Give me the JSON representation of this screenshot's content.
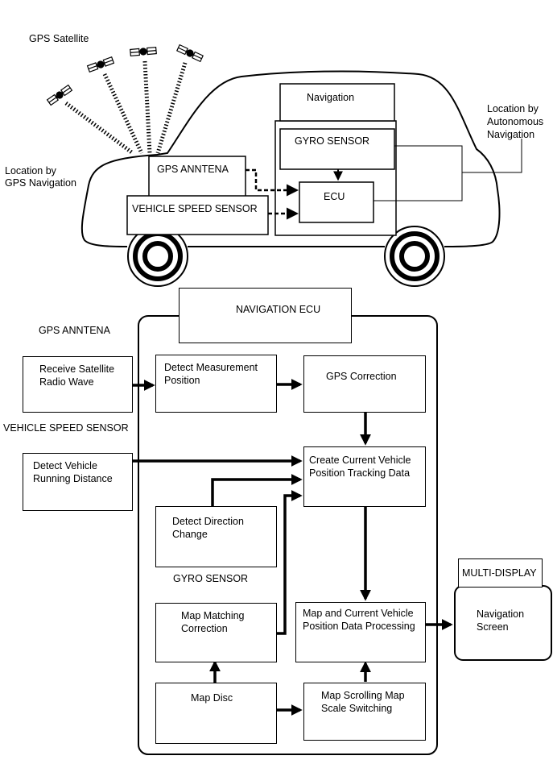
{
  "top": {
    "gps_satellite": "GPS Satellite",
    "location_gps": [
      "Location by",
      "GPS Navigation"
    ],
    "location_auto": [
      "Location by",
      "Autonomous",
      "Navigation"
    ],
    "navigation": "Navigation",
    "gyro_sensor": "GYRO SENSOR",
    "gps_antenna": "GPS ANNTENA",
    "ecu": "ECU",
    "vehicle_speed_sensor": "VEHICLE SPEED SENSOR"
  },
  "bottom": {
    "navigation_ecu": "NAVIGATION ECU",
    "gps_antenna_label": "GPS ANNTENA",
    "receive_satellite": [
      "Receive Satellite",
      "Radio Wave"
    ],
    "detect_measurement": [
      "Detect Measurement",
      "Position"
    ],
    "gps_correction": "GPS Correction",
    "vehicle_speed_sensor_label": "VEHICLE SPEED SENSOR",
    "detect_vehicle": [
      "Detect Vehicle",
      "Running Distance"
    ],
    "create_tracking": [
      "Create Current Vehicle",
      "Position Tracking Data"
    ],
    "detect_direction": [
      "Detect Direction",
      "Change"
    ],
    "gyro_sensor_label": "GYRO SENSOR",
    "map_matching": [
      "Map Matching",
      "Correction"
    ],
    "map_processing": [
      "Map and Current Vehicle",
      "Position Data Processing"
    ],
    "map_disc": "Map Disc",
    "map_scrolling": [
      "Map Scrolling Map",
      "Scale Switching"
    ],
    "multi_display": "MULTI-DISPLAY",
    "navigation_screen": [
      "Navigation",
      "Screen"
    ]
  }
}
